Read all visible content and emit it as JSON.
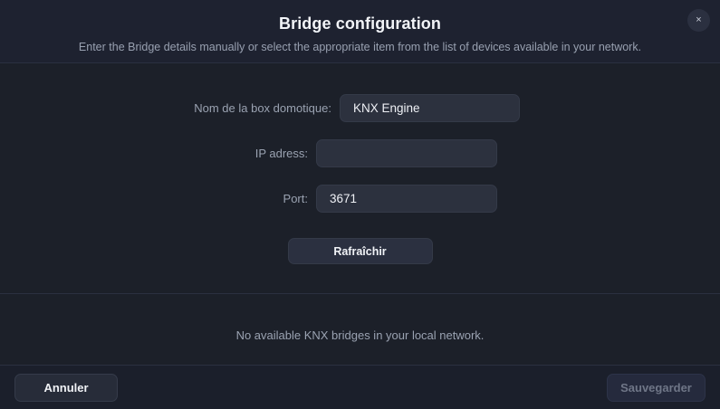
{
  "dialog": {
    "title": "Bridge configuration",
    "subtitle": "Enter the Bridge details manually or select the appropriate item from the list of devices available in your network.",
    "close_label": "×"
  },
  "form": {
    "fields": [
      {
        "label": "Nom de la box domotique:",
        "value": "KNX Engine",
        "placeholder": ""
      },
      {
        "label": "IP adress:",
        "value": "",
        "placeholder": ""
      },
      {
        "label": "Port:",
        "value": "3671",
        "placeholder": ""
      }
    ],
    "refresh_label": "Rafraîchir"
  },
  "status": {
    "message": "No available KNX bridges in your local network."
  },
  "footer": {
    "cancel_label": "Annuler",
    "save_label": "Sauvegarder"
  },
  "colors": {
    "background": "#1b1f2b",
    "panel": "#1c2029",
    "header": "#1e2230",
    "field": "#2c313e",
    "divider": "#2b3040",
    "text_primary": "#f0f2f6",
    "text_muted": "#9aa2b1",
    "save_disabled_bg": "#252a3d",
    "save_disabled_text": "#6f7687"
  }
}
